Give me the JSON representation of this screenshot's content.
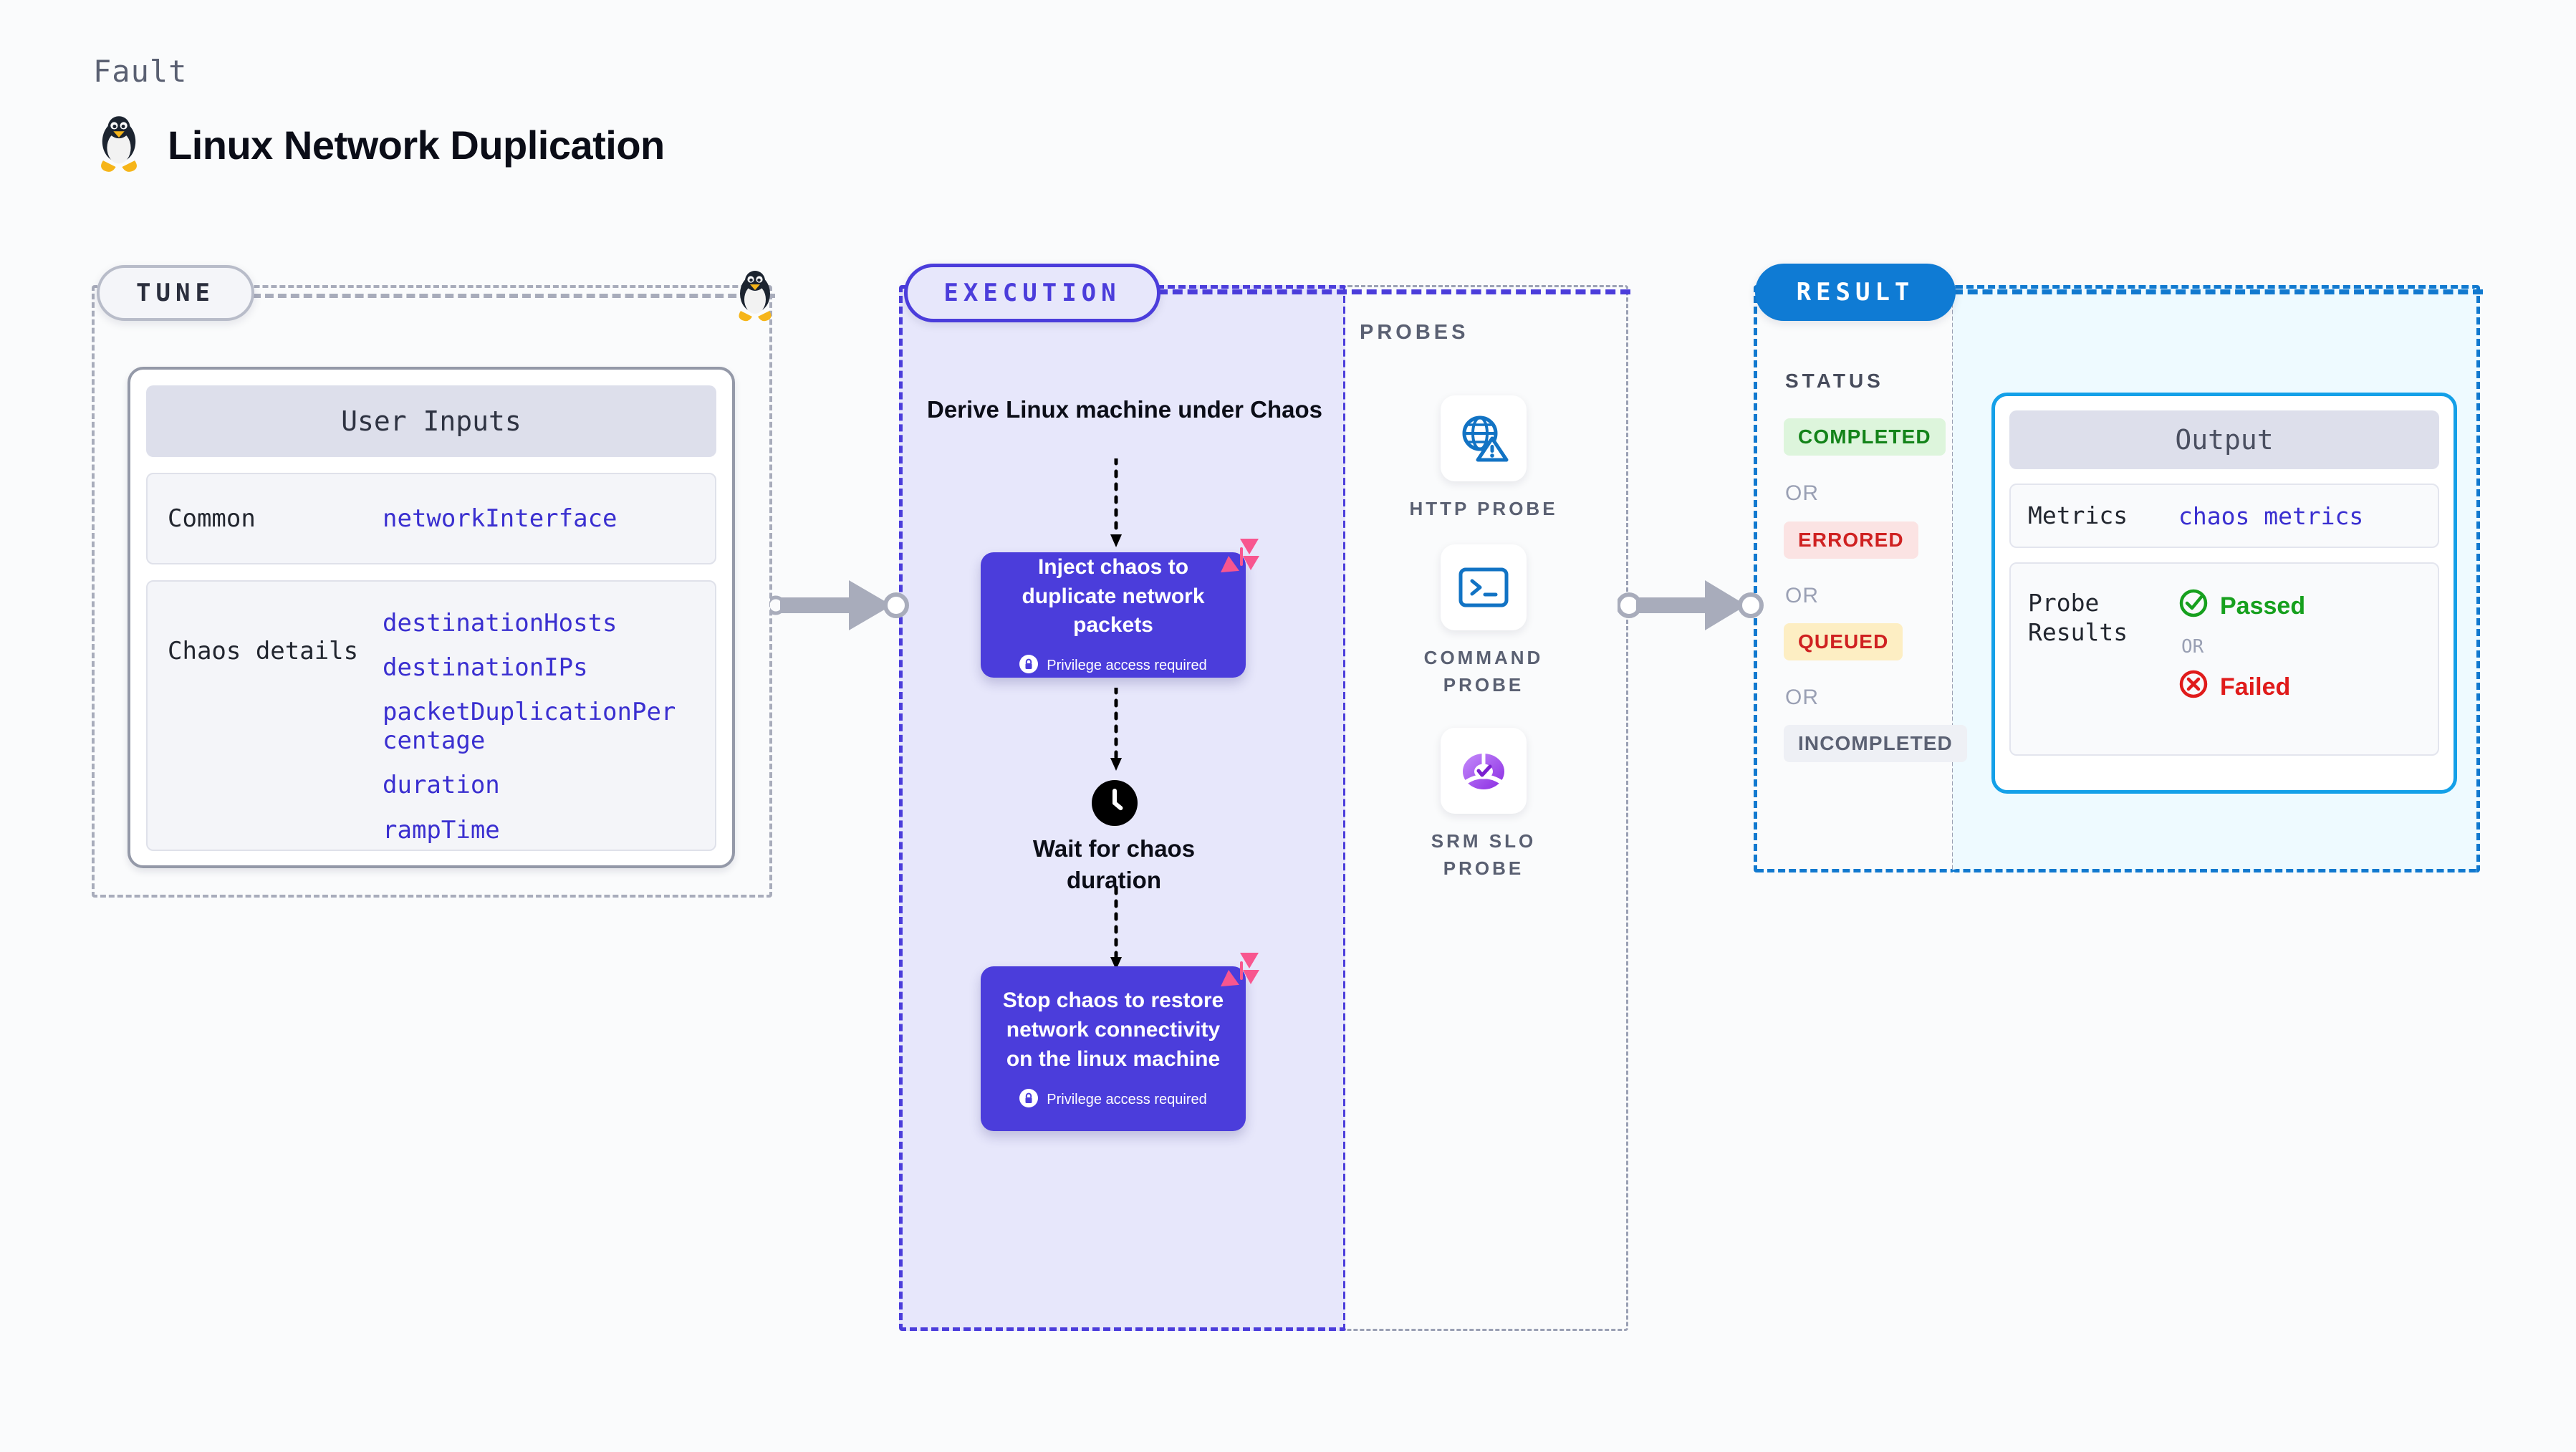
{
  "header": {
    "eyebrow": "Fault",
    "title": "Linux Network Duplication",
    "icon": "linux-penguin-icon"
  },
  "tune": {
    "pill_label": "TUNE",
    "icon": "linux-penguin-icon",
    "card_header": "User Inputs",
    "rows": [
      {
        "key": "Common",
        "values": [
          "networkInterface"
        ]
      },
      {
        "key": "Chaos details",
        "values": [
          "destinationHosts",
          "destinationIPs",
          "packetDuplicationPercentage",
          "duration",
          "rampTime"
        ]
      }
    ]
  },
  "execution": {
    "pill_label": "EXECUTION",
    "step_title": "Derive Linux machine under Chaos",
    "inject_node": {
      "text": "Inject chaos to duplicate network packets",
      "privilege_note": "Privilege access required",
      "badge": "litmus-chaos-logo-icon"
    },
    "wait_node": {
      "icon": "clock-icon",
      "text": "Wait for chaos duration"
    },
    "stop_node": {
      "text": "Stop chaos to restore network connectivity on the linux machine",
      "privilege_note": "Privilege access required",
      "badge": "litmus-chaos-logo-icon"
    }
  },
  "probes": {
    "title": "PROBES",
    "items": [
      {
        "label": "HTTP PROBE",
        "icon": "globe-alert-icon"
      },
      {
        "label": "COMMAND PROBE",
        "icon": "terminal-icon"
      },
      {
        "label": "SRM SLO PROBE",
        "icon": "slo-donut-check-icon"
      }
    ]
  },
  "result": {
    "pill_label": "RESULT",
    "status_title": "STATUS",
    "or_label": "OR",
    "statuses": [
      {
        "label": "COMPLETED",
        "bg": "#ddf5dc",
        "color": "#138319"
      },
      {
        "label": "ERRORED",
        "bg": "#fbe3e3",
        "color": "#cf2121"
      },
      {
        "label": "QUEUED",
        "bg": "#fdeec3",
        "color": "#cf2121"
      },
      {
        "label": "INCOMPLETED",
        "bg": "#eef0f5",
        "color": "#5b6173"
      }
    ]
  },
  "output": {
    "card_header": "Output",
    "metrics_key": "Metrics",
    "metrics_value": "chaos metrics",
    "probe_results_key": "Probe Results",
    "or_label": "OR",
    "passed_label": "Passed",
    "failed_label": "Failed",
    "passed_icon": "check-circle-icon",
    "failed_icon": "x-circle-icon"
  },
  "connectors": {
    "arrow_1": "tune-to-execution-arrow",
    "arrow_2": "probes-to-result-arrow"
  },
  "colors": {
    "accent_purple": "#4b3ddb",
    "accent_blue": "#1179cf",
    "accent_cyan": "#14a0e8",
    "litmus_pink": "#f8568f",
    "grey_dash": "#a8acbb",
    "mono_value": "#3a2fd0"
  }
}
